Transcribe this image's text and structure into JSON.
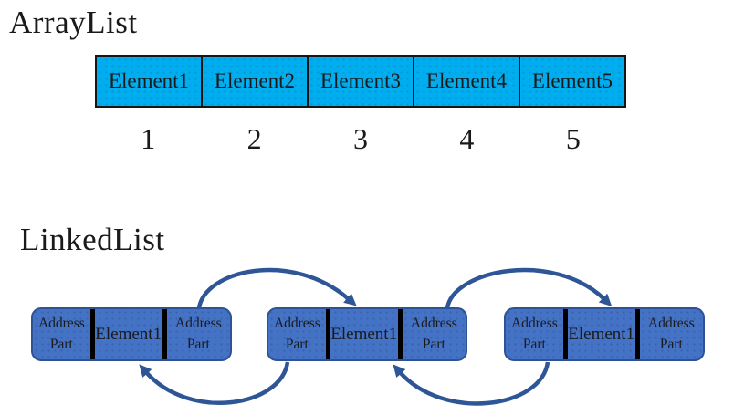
{
  "colors": {
    "array_fill": "#00AEEF",
    "array_border": "#151515",
    "node_fill": "#4472C4",
    "node_border": "#2E5395",
    "arrow": "#2E5596",
    "text": "#1A1A1A"
  },
  "array_list": {
    "title": "ArrayList",
    "cells": [
      "Element1",
      "Element2",
      "Element3",
      "Element4",
      "Element5"
    ],
    "indices": [
      "1",
      "2",
      "3",
      "4",
      "5"
    ]
  },
  "linked_list": {
    "title": "LinkedList",
    "nodes": [
      {
        "address_left": "Address Part",
        "element": "Element1",
        "address_right": "Address Part"
      },
      {
        "address_left": "Address Part",
        "element": "Element1",
        "address_right": "Address Part"
      },
      {
        "address_left": "Address Part",
        "element": "Element1",
        "address_right": "Address Part"
      }
    ],
    "arrows": [
      {
        "name": "forward-arrow-1",
        "from": "node-1",
        "to": "node-2",
        "direction": "forward"
      },
      {
        "name": "forward-arrow-2",
        "from": "node-2",
        "to": "node-3",
        "direction": "forward"
      },
      {
        "name": "back-arrow-1",
        "from": "node-2",
        "to": "node-1",
        "direction": "backward"
      },
      {
        "name": "back-arrow-2",
        "from": "node-3",
        "to": "node-2",
        "direction": "backward"
      }
    ]
  }
}
